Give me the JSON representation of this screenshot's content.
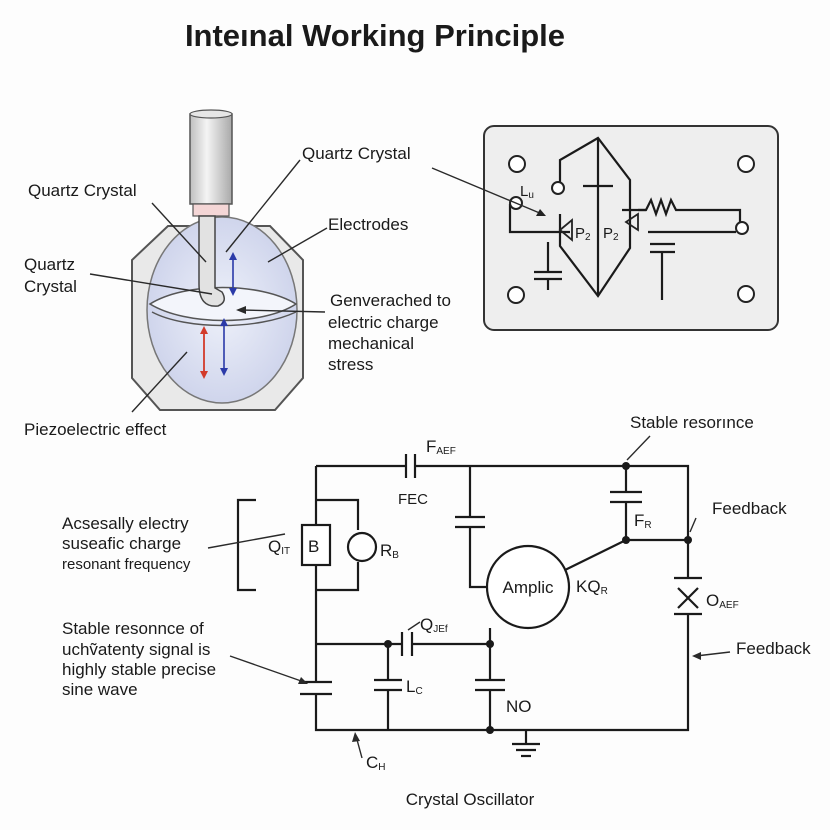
{
  "title": "Inteınal Working Principle",
  "crystal_illustration": {
    "label_top_left": "Quartz Crystal",
    "label_left": [
      "Quartz",
      "Crystal"
    ],
    "label_top_right": "Quartz Crystal",
    "label_electrodes": "Electrodes",
    "label_effect_lines": [
      "Genverached to",
      "electric charge",
      "mechanical",
      "stress"
    ],
    "label_piezo": "Piezoelectric effect"
  },
  "board": {
    "label_l": "L",
    "label_l_sub": "u",
    "label_p2_left": "P",
    "label_p2_left_sub": "2",
    "label_p2_right": "P",
    "label_p2_right_sub": "2"
  },
  "circuit": {
    "cap_top": "F",
    "cap_top_sub": "AEF",
    "cap_fec": "FEC",
    "stable_top": "Stable resorınce",
    "feedback_top": "Feedback",
    "fr": "F",
    "fr_sub": "R",
    "q_label": "Q",
    "q_sub": "IT",
    "b_label": "B",
    "rb": "R",
    "rb_sub": "B",
    "amp_label": "Amplic",
    "kq": "KQ",
    "kq_sub": "R",
    "oaef": "O",
    "oaef_sub": "AEF",
    "feedback_right": "Feedback",
    "qjef": "Q",
    "qjef_sub": "JEf",
    "lc": "L",
    "lc_sub": "C",
    "no": "NO",
    "ch": "C",
    "ch_sub": "H",
    "footer": "Crystal Oscillator"
  },
  "annotations": {
    "left_top": [
      "Acsesally electry",
      "suseafic charge",
      "resonant frequency"
    ],
    "left_bottom": [
      "Stable resonnce of",
      "uchṽatenty signal is",
      "highly stable precise",
      "sine wave"
    ]
  }
}
